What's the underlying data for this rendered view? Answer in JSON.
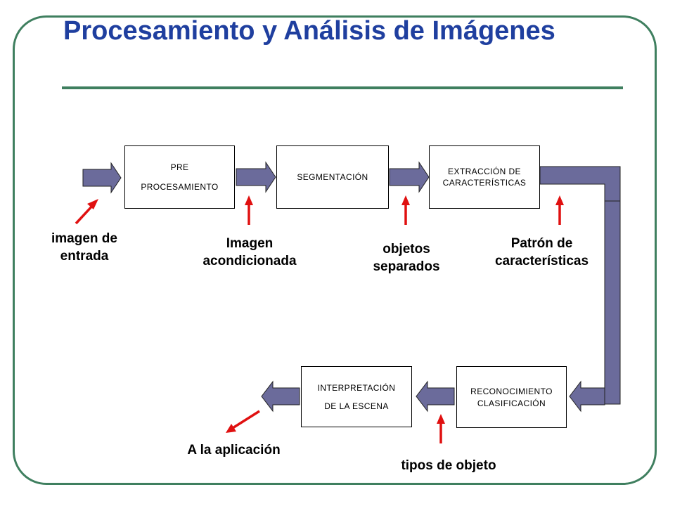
{
  "slide": {
    "title": "Procesamiento y Análisis de Imágenes"
  },
  "stages": {
    "preprocesamiento": {
      "line1": "PRE",
      "line2": "PROCESAMIENTO"
    },
    "segmentacion": {
      "line1": "SEGMENTACIÓN"
    },
    "extraccion": {
      "line1": "EXTRACCIÓN DE",
      "line2": "CARACTERÍSTICAS"
    },
    "reconocimiento": {
      "line1": "RECONOCIMIENTO",
      "line2": "CLASIFICACIÓN"
    },
    "interpretacion": {
      "line1": "INTERPRETACIÓN",
      "line2": "DE LA ESCENA"
    }
  },
  "labels": {
    "imagen_entrada": {
      "line1": "imagen de",
      "line2": "entrada"
    },
    "imagen_acondicionada": {
      "line1": "Imagen",
      "line2": "acondicionada"
    },
    "objetos_separados": {
      "line1": "objetos",
      "line2": "separados"
    },
    "patron_caracteristicas": {
      "line1": "Patrón de",
      "line2": "características"
    },
    "a_la_aplicacion": {
      "line1": "A la aplicación"
    },
    "tipos_objeto": {
      "line1": "tipos de objeto"
    }
  },
  "colors": {
    "title": "#1f3f9f",
    "frame": "#3f7f5f",
    "flow_arrow": "#6b6b9b",
    "pointer_arrow": "#e01010"
  }
}
